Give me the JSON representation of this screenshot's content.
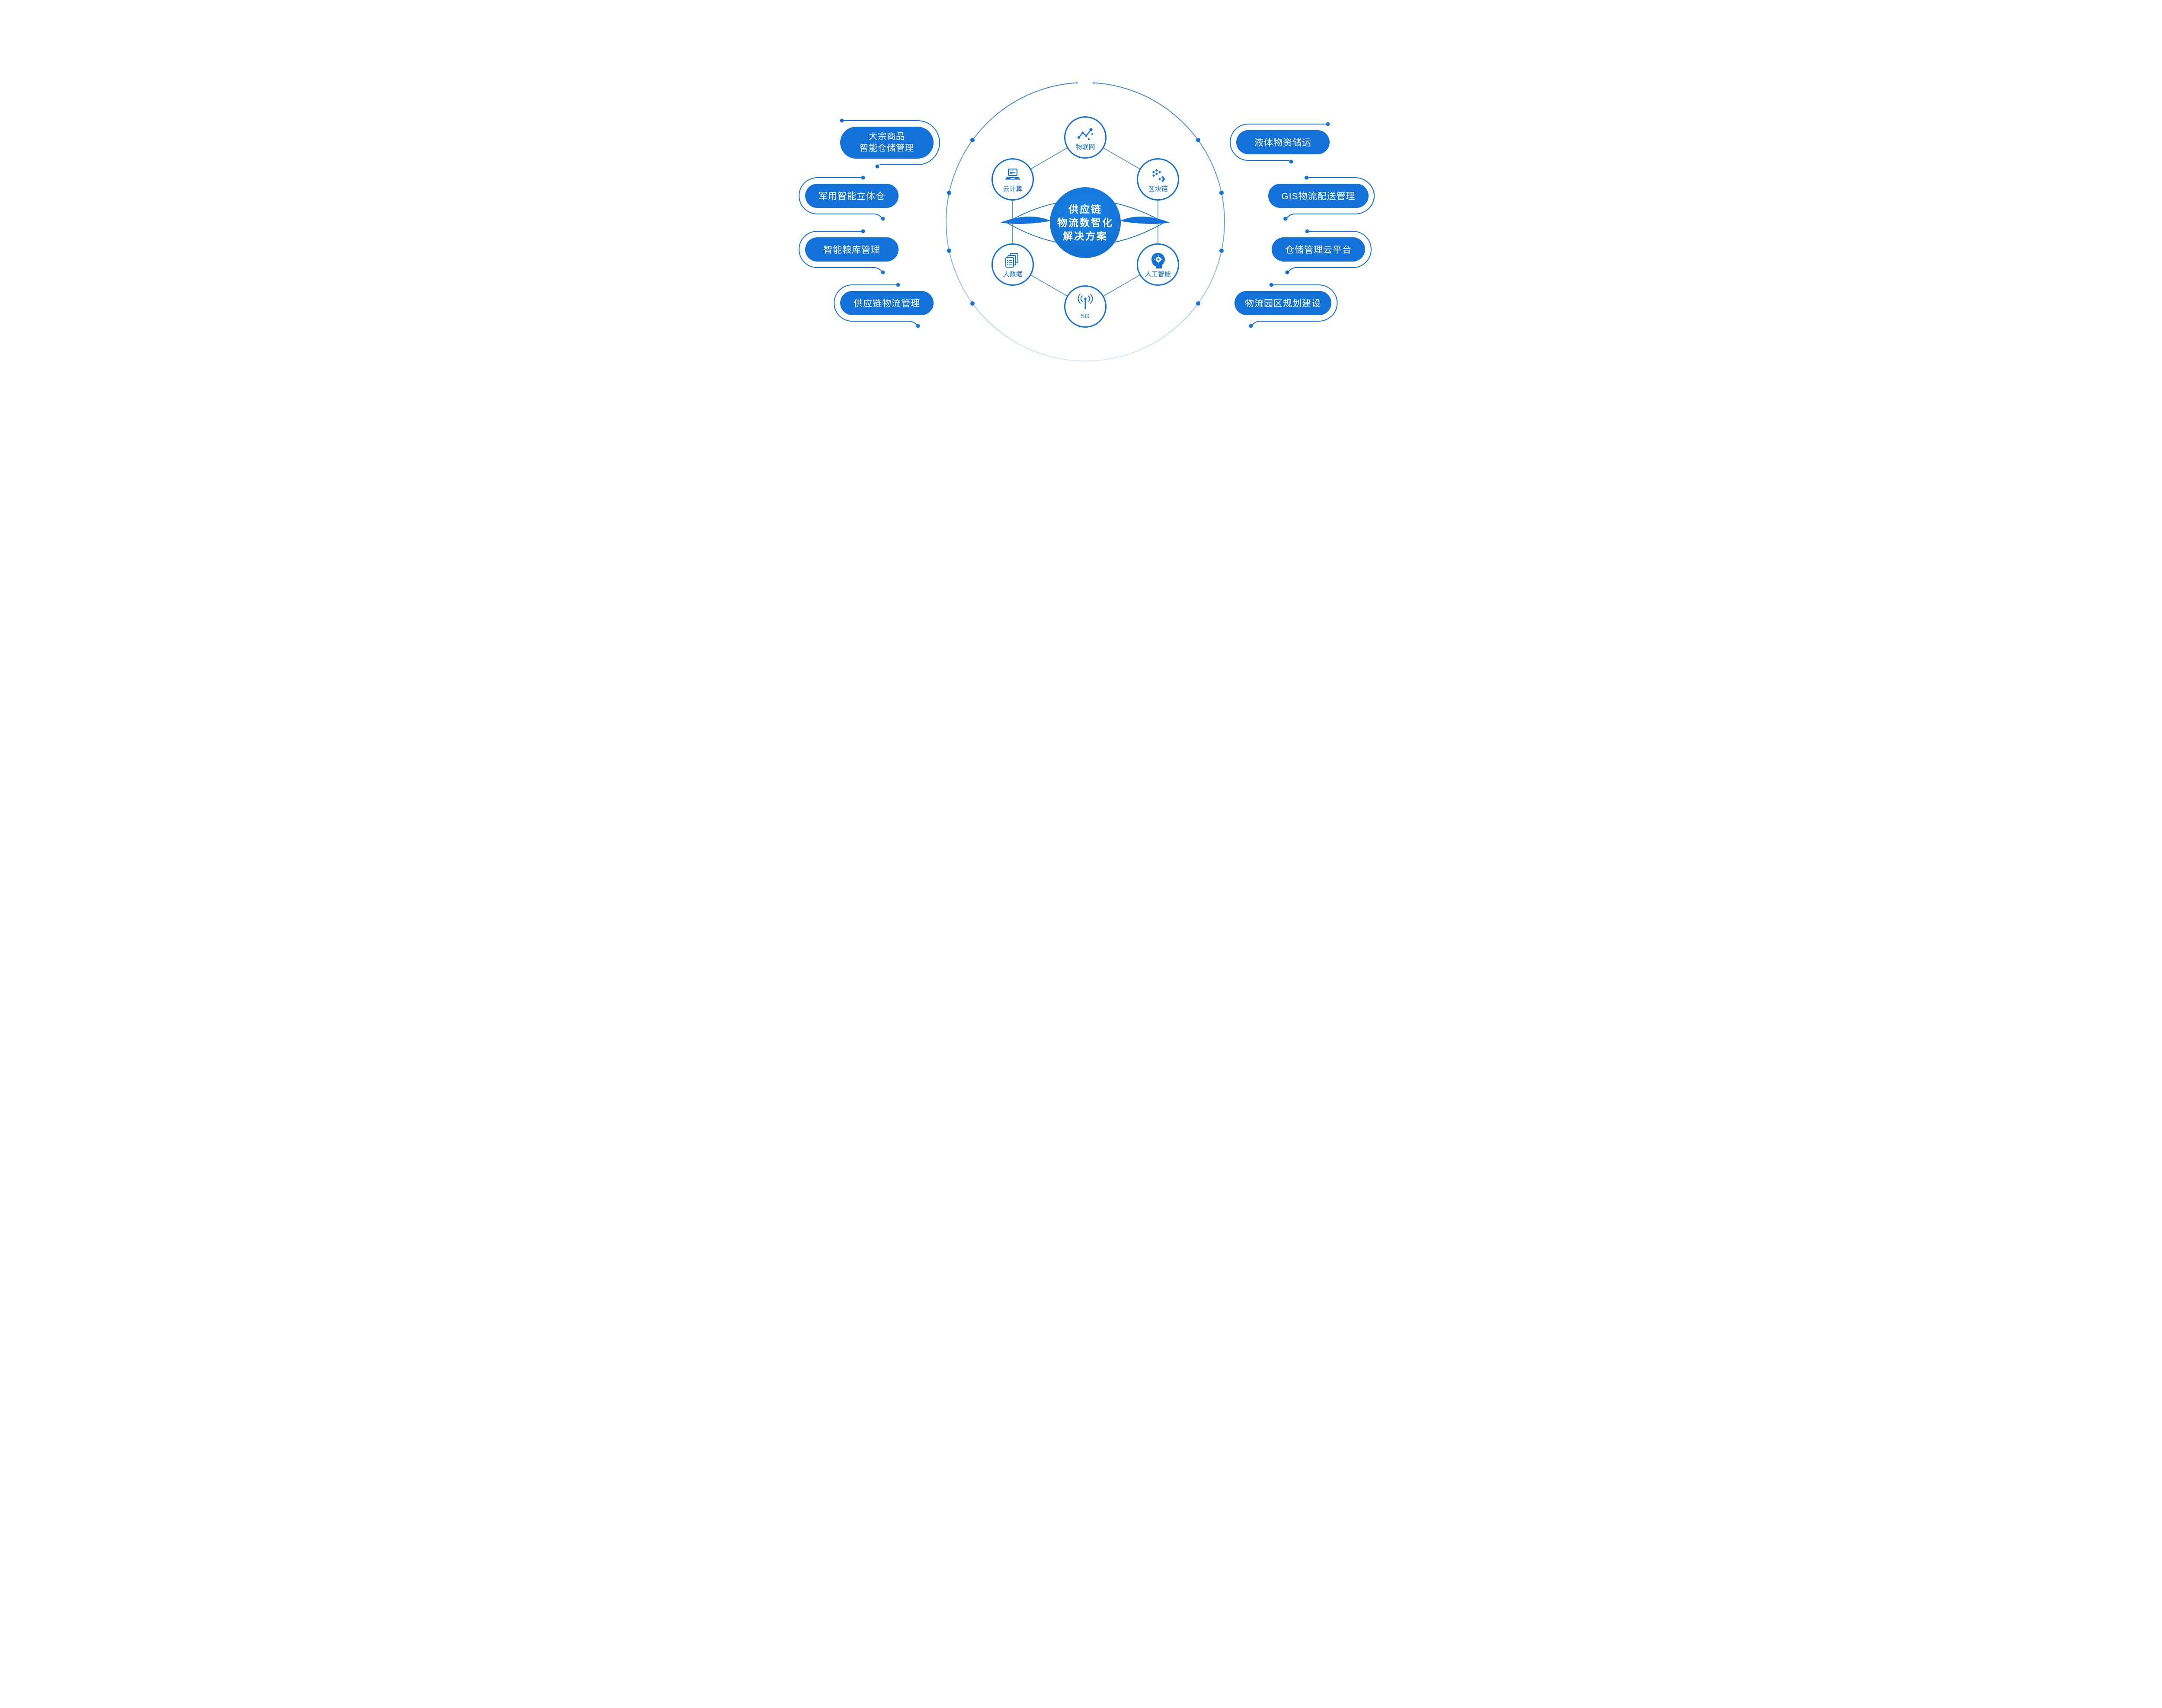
{
  "colors": {
    "primary": "#1372d9",
    "ring_top": "#3f85dd",
    "ring_bottom": "#d6e7fa",
    "pill_text": "#ffffff"
  },
  "center": {
    "lines": [
      "供应链",
      "物流数智化",
      "解决方案"
    ]
  },
  "nodes": [
    {
      "label": "物联网",
      "icon": "iot-network-icon"
    },
    {
      "label": "区块链",
      "icon": "blockchain-icon"
    },
    {
      "label": "云计算",
      "icon": "cloud-computing-icon"
    },
    {
      "label": "大数据",
      "icon": "big-data-icon"
    },
    {
      "label": "人工智能",
      "icon": "ai-brain-icon"
    },
    {
      "label": "5G",
      "icon": "5g-antenna-icon"
    }
  ],
  "left_pills": [
    {
      "lines": [
        "大宗商品",
        "智能仓储管理"
      ]
    },
    {
      "lines": [
        "军用智能立体仓"
      ]
    },
    {
      "lines": [
        "智能粮库管理"
      ]
    },
    {
      "lines": [
        "供应链物流管理"
      ]
    }
  ],
  "right_pills": [
    {
      "lines": [
        "液体物资储运"
      ]
    },
    {
      "lines": [
        "GIS物流配送管理"
      ]
    },
    {
      "lines": [
        "仓储管理云平台"
      ]
    },
    {
      "lines": [
        "物流园区规划建设"
      ]
    }
  ]
}
